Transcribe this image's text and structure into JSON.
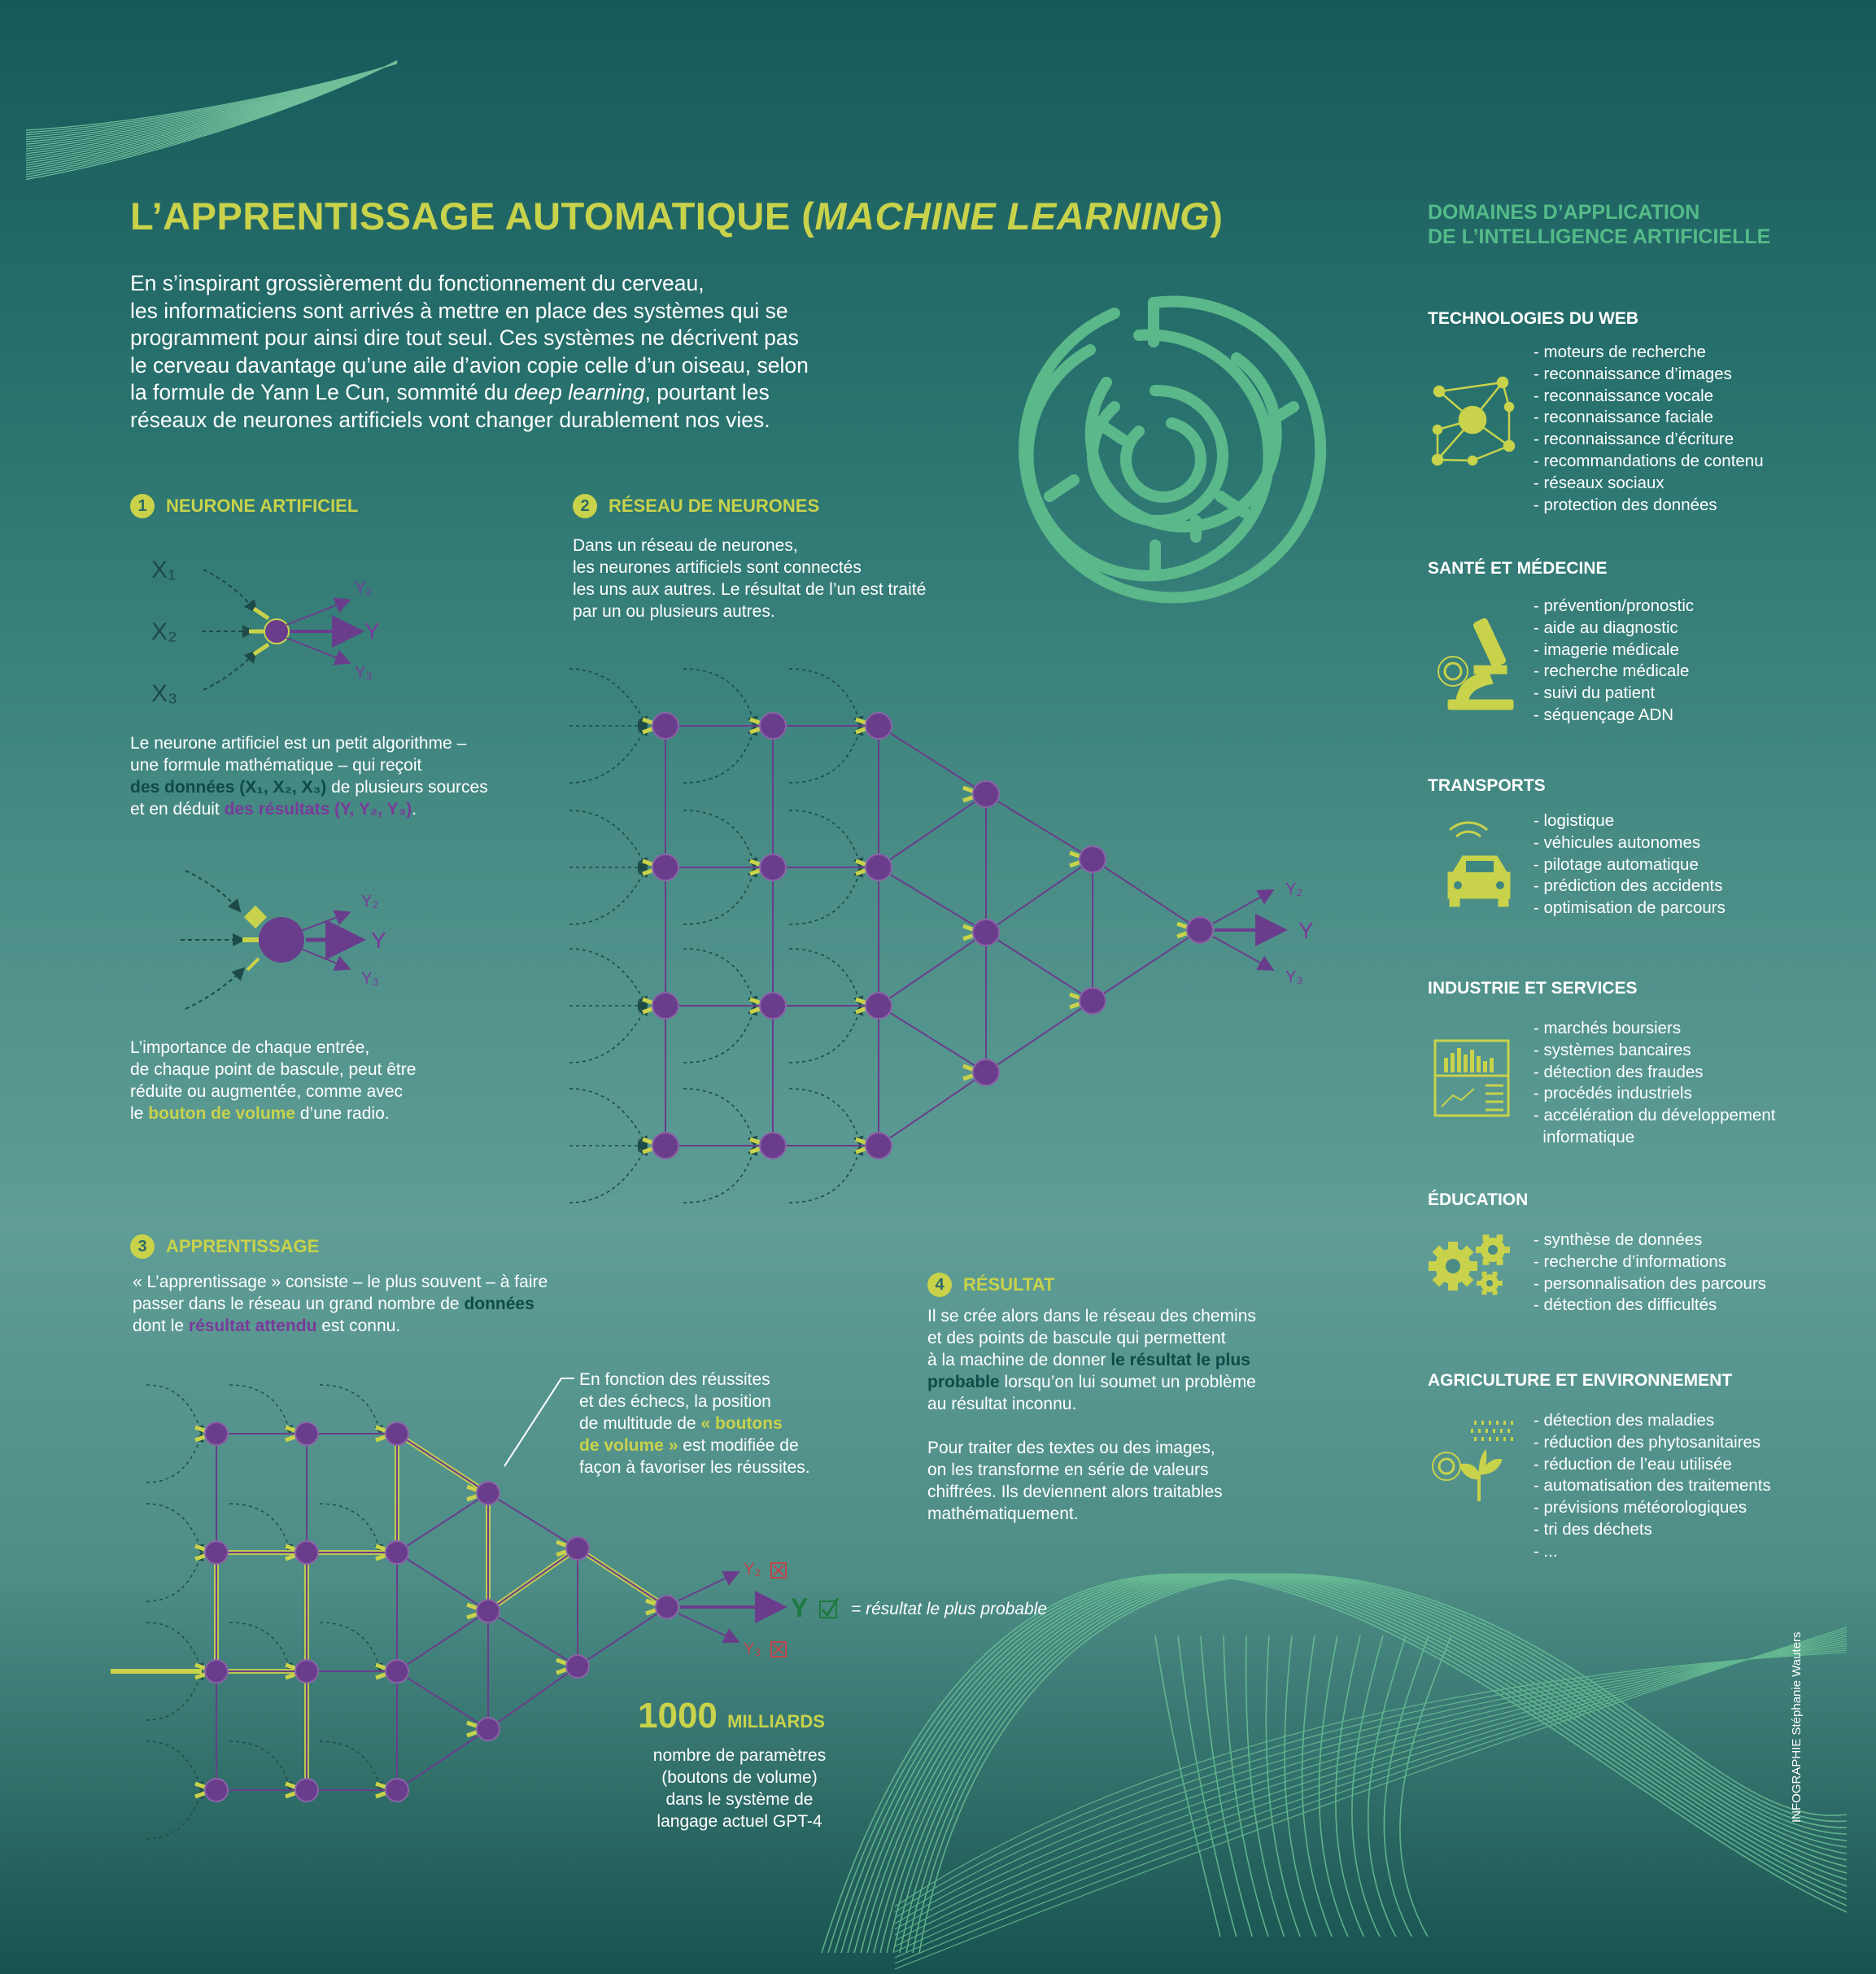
{
  "title": {
    "main": "L’APPRENTISSAGE AUTOMATIQUE (",
    "italic": "MACHINE LEARNING",
    "close": ")"
  },
  "intro": {
    "l1": "En s’inspirant grossièrement du fonctionnement du cerveau,",
    "l2": "les informaticiens sont arrivés à mettre en place des systèmes qui se",
    "l3": "programment pour ainsi dire tout seul. Ces systèmes ne décrivent pas",
    "l4": "le cerveau davantage qu’une aile d’avion copie celle d’un oiseau, selon",
    "l5a": "la formule de Yann Le Cun, sommité du ",
    "l5i": "deep learning",
    "l5b": ", pourtant les",
    "l6": "réseaux de neurones artificiels vont changer durablement nos vies."
  },
  "sections": {
    "s1": {
      "num": "1",
      "title": "NEURONE ARTIFICIEL",
      "p1a": "Le neurone artificiel est un petit algorithme –",
      "p1b": "une formule mathématique – qui reçoit",
      "p1c_hl": "des données (X₁, X₂, X₃)",
      "p1c": " de plusieurs sources",
      "p1d": "et en déduit ",
      "p1d_hl": "des résultats (Y, Y₂, Y₃)",
      "p1d_end": ".",
      "p2a": "L’importance de chaque entrée,",
      "p2b": "de chaque point de bascule, peut être",
      "p2c": "réduite ou augmentée, comme avec",
      "p2d": "le ",
      "p2d_hl": "bouton de volume",
      "p2d_end": " d’une radio."
    },
    "s2": {
      "num": "2",
      "title": "RÉSEAU DE NEURONES",
      "l1": "Dans un réseau de neurones,",
      "l2": "les neurones artificiels sont connectés",
      "l3": "les uns aux autres. Le résultat de l’un est traité",
      "l4": "par un ou plusieurs autres."
    },
    "s3": {
      "num": "3",
      "title": "APPRENTISSAGE",
      "l1": "« L’apprentissage » consiste – le plus souvent – à faire",
      "l2a": "passer dans le réseau un grand nombre de ",
      "l2_hl": "données",
      "l3a": "dont le ",
      "l3_hl": "résultat attendu",
      "l3b": " est connu.",
      "callout1": "En fonction des réussites",
      "callout2": "et des échecs, la position",
      "callout3a": "de multitude de ",
      "callout3_hl": "« boutons",
      "callout4_hl": "de volume »",
      "callout4": " est modifiée de",
      "callout5": "façon à favoriser les réussites.",
      "result_note": "= résultat le plus probable"
    },
    "s4": {
      "num": "4",
      "title": "RÉSULTAT",
      "l1": "Il se crée alors dans le réseau des chemins",
      "l2": "et des points de bascule qui permettent",
      "l3a": "à la machine de donner ",
      "l3_hl": "le résultat le plus",
      "l4_hl": "probable",
      "l4": " lorsqu’on lui soumet un problème",
      "l5": "au résultat inconnu.",
      "l6": "Pour traiter des textes ou des images,",
      "l7": "on les transforme en série de valeurs",
      "l8": "chiffrées. Ils deviennent alors traitables",
      "l9": "mathématiquement."
    }
  },
  "labels": {
    "x1": "X₁",
    "x2": "X₂",
    "x3": "X₃",
    "y": "Y",
    "y2": "Y₂",
    "y3": "Y₃"
  },
  "stat": {
    "value": "1000",
    "unit": "MILLIARDS",
    "l1": "nombre de paramètres",
    "l2": "(boutons de volume)",
    "l3": "dans le système de",
    "l4": "langage actuel GPT-4"
  },
  "domains": {
    "title1": "DOMAINES D’APPLICATION",
    "title2": "DE L’INTELLIGENCE ARTIFICIELLE",
    "groups": [
      {
        "title": "TECHNOLOGIES DU WEB",
        "icon": "network-icon",
        "items": [
          "- moteurs de recherche",
          "- reconnaissance d’images",
          "- reconnaissance vocale",
          "- reconnaissance faciale",
          "- reconnaissance d’écriture",
          "- recommandations de contenu",
          "- réseaux sociaux",
          "- protection des données"
        ]
      },
      {
        "title": "SANTÉ ET MÉDECINE",
        "icon": "microscope-icon",
        "items": [
          "- prévention/pronostic",
          "- aide au diagnostic",
          "- imagerie médicale",
          "- recherche médicale",
          "- suivi du patient",
          "- séquençage ADN"
        ]
      },
      {
        "title": "TRANSPORTS",
        "icon": "car-icon",
        "items": [
          "- logistique",
          "- véhicules autonomes",
          "- pilotage automatique",
          "- prédiction des accidents",
          "- optimisation de parcours"
        ]
      },
      {
        "title": "INDUSTRIE ET SERVICES",
        "icon": "dashboard-icon",
        "items": [
          "- marchés boursiers",
          "- systèmes bancaires",
          "- détection des fraudes",
          "- procédés industriels",
          "- accélération du développement",
          "  informatique"
        ]
      },
      {
        "title": "ÉDUCATION",
        "icon": "gears-icon",
        "items": [
          "- synthèse de données",
          "- recherche d’informations",
          "- personnalisation des parcours",
          "- détection des difficultés"
        ]
      },
      {
        "title": "AGRICULTURE ET ENVIRONNEMENT",
        "icon": "plant-icon",
        "items": [
          "- détection des maladies",
          "- réduction des phytosanitaires",
          "- réduction de l’eau utilisée",
          "- automatisation des traitements",
          "- prévisions météorologiques",
          "- tri des déchets",
          "- ..."
        ]
      }
    ]
  },
  "credit": "INFOGRAPHIE Stéphanie Wauters",
  "colors": {
    "accent": "#c8d24b",
    "neuron": "#6a3d8c",
    "maze": "#5ab88a",
    "bg_top": "#17595a"
  }
}
